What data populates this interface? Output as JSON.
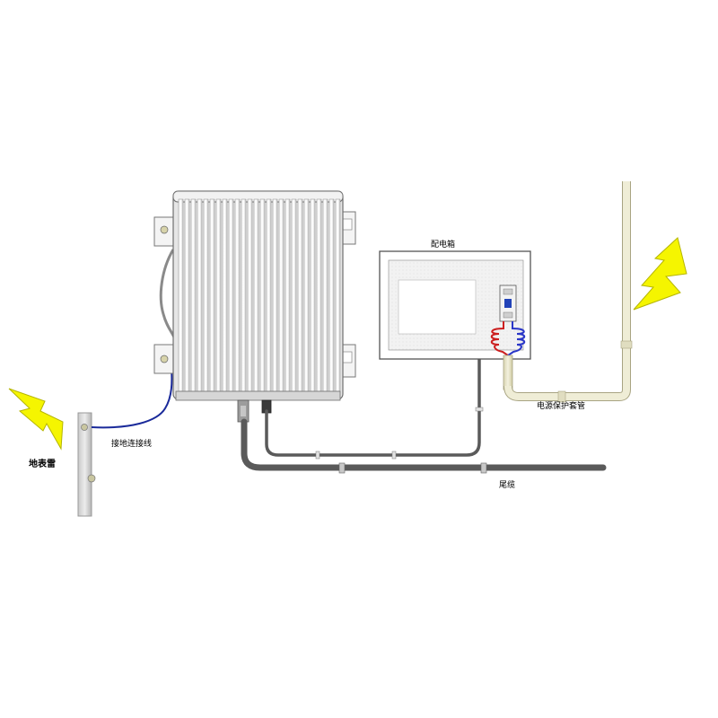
{
  "labels": {
    "distribution_box": "配电箱",
    "conduit": "电源保护套管",
    "ground_wire": "接地连接线",
    "ground_rod": "地表雷",
    "tail_cable": "尾缆"
  },
  "colors": {
    "lightning": "#f5f500",
    "lightning_stroke": "#b5b500",
    "ground_wire": "#1a2a9a",
    "red_coil": "#cc1f1f",
    "blue_coil": "#2a36c8",
    "conduit_fill": "#e9e6c9"
  }
}
